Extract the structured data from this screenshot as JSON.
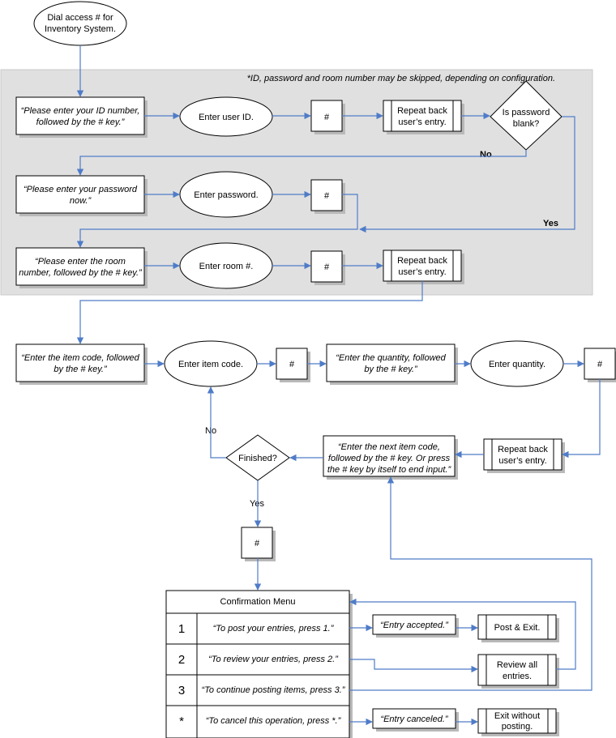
{
  "start": {
    "line1": "Dial access # for",
    "line2": "Inventory System."
  },
  "login_note": "*ID, password and room number may be skipped, depending on configuration.",
  "login": {
    "prompt_id": [
      "“Please enter your ID number,",
      "followed by the # key.”"
    ],
    "enter_id": "Enter user ID.",
    "hash": "#",
    "repeat": [
      "Repeat back",
      "user’s entry."
    ],
    "decision": [
      "Is password",
      "blank?"
    ],
    "no": "No",
    "yes": "Yes",
    "prompt_pw": [
      "“Please enter your password",
      "now.”"
    ],
    "enter_pw": "Enter password.",
    "prompt_room": [
      "“Please enter the room",
      "number, followed by the # key.”"
    ],
    "enter_room": "Enter room #."
  },
  "items": {
    "prompt_item": [
      "“Enter the item code, followed",
      "by the # key.”"
    ],
    "enter_item": "Enter item code.",
    "prompt_qty": [
      "“Enter the quantity, followed",
      "by the # key.”"
    ],
    "enter_qty": "Enter quantity.",
    "repeat": [
      "Repeat back",
      "user’s entry."
    ],
    "prompt_next": [
      "“Enter the next item code,",
      "followed by the # key.  Or press",
      "the # key by itself to end input.”"
    ],
    "finished": "Finished?",
    "no": "No",
    "yes": "Yes"
  },
  "menu": {
    "title": "Confirmation Menu",
    "rows": [
      {
        "key": "1",
        "text": "“To post your entries, press 1.”"
      },
      {
        "key": "2",
        "text": "“To review your entries, press 2.”"
      },
      {
        "key": "3",
        "text": "“To continue posting items, press 3.”"
      },
      {
        "key": "*",
        "text": "“To cancel this operation, press *.”"
      }
    ],
    "accepted": "“Entry accepted.”",
    "post_exit": "Post & Exit.",
    "review": [
      "Review all",
      "entries."
    ],
    "canceled": "“Entry canceled.”",
    "exit_no_post": [
      "Exit without",
      "posting."
    ]
  },
  "colors": {
    "connector": "#4f7cc8",
    "group_fill": "#e0e0e0",
    "shadow": "#b9b9b9"
  }
}
